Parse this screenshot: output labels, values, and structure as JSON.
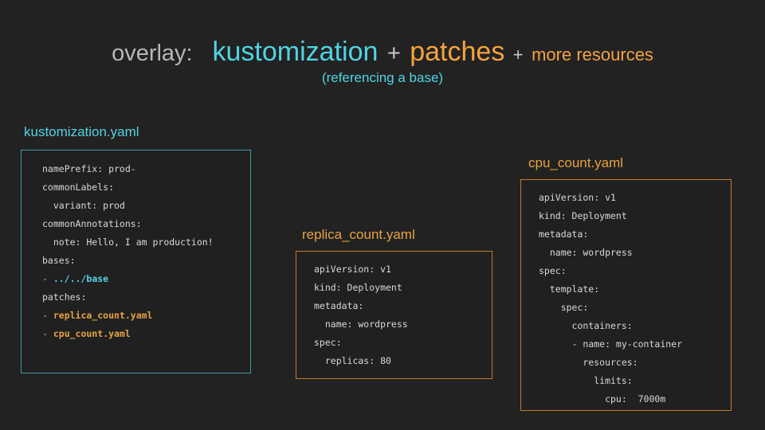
{
  "heading": {
    "overlay_label": "overlay:",
    "term_one": "kustomization",
    "plus_one": "+",
    "term_two": "patches",
    "plus_two": "+",
    "term_three": "more resources",
    "subtitle": "(referencing a base)"
  },
  "colors": {
    "background": "#222222",
    "panel_background": "#202020",
    "cyan_accent": "#4fd4e4",
    "orange_accent": "#e8a33d",
    "heading_gray": "#b7b7b7",
    "code_text": "#d8d8d8",
    "cyan_border": "#3f9aa5",
    "orange_border": "#c9792a"
  },
  "panels": [
    {
      "id": "kustomization",
      "label": "kustomization.yaml",
      "accent": "cyan",
      "lines": [
        {
          "text": "namePrefix: prod-"
        },
        {
          "text": "commonLabels:"
        },
        {
          "text": "  variant: prod"
        },
        {
          "text": "commonAnnotations:"
        },
        {
          "text": "  note: Hello, I am production!"
        },
        {
          "text": "bases:"
        },
        {
          "text": "- ../../base",
          "dash": "- ",
          "value": "../../base",
          "highlight": "cyan"
        },
        {
          "text": "patches:"
        },
        {
          "text": "- replica_count.yaml",
          "dash": "- ",
          "value": "replica_count.yaml",
          "highlight": "orange"
        },
        {
          "text": "- cpu_count.yaml",
          "dash": "- ",
          "value": "cpu_count.yaml",
          "highlight": "orange"
        }
      ]
    },
    {
      "id": "replica",
      "label": "replica_count.yaml",
      "accent": "orange",
      "lines": [
        {
          "text": "apiVersion: v1"
        },
        {
          "text": "kind: Deployment"
        },
        {
          "text": "metadata:"
        },
        {
          "text": "  name: wordpress"
        },
        {
          "text": "spec:"
        },
        {
          "text": "  replicas: 80"
        }
      ]
    },
    {
      "id": "cpu",
      "label": "cpu_count.yaml",
      "accent": "orange",
      "lines": [
        {
          "text": "apiVersion: v1"
        },
        {
          "text": "kind: Deployment"
        },
        {
          "text": "metadata:"
        },
        {
          "text": "  name: wordpress"
        },
        {
          "text": "spec:"
        },
        {
          "text": "  template:"
        },
        {
          "text": "    spec:"
        },
        {
          "text": "      containers:"
        },
        {
          "text": "      - name: my-container"
        },
        {
          "text": "        resources:"
        },
        {
          "text": "          limits:"
        },
        {
          "text": "            cpu:  7000m"
        }
      ]
    }
  ]
}
